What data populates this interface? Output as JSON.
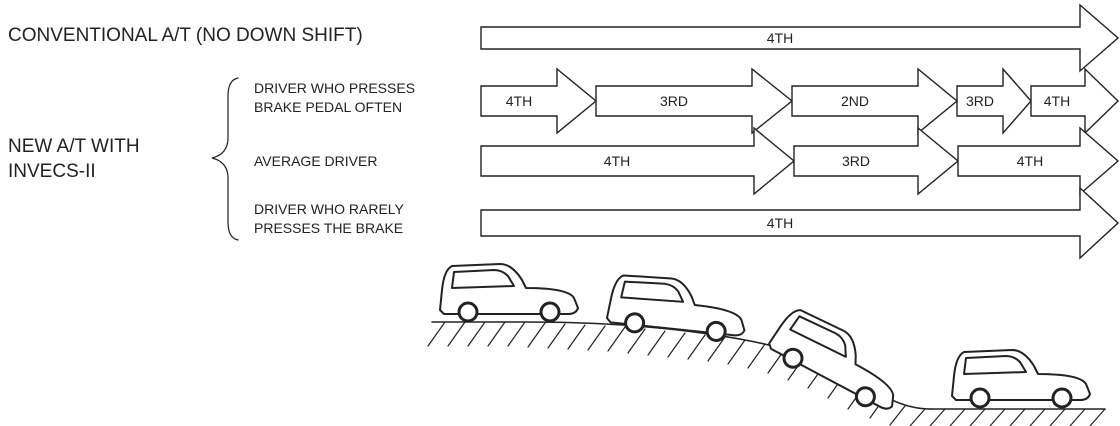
{
  "rows": {
    "conventional": {
      "label": "CONVENTIONAL A/T (NO DOWN SHIFT)",
      "gears": [
        "4TH"
      ]
    },
    "group_label": {
      "line1": "NEW A/T WITH",
      "line2": "INVECS-II"
    },
    "brake_often": {
      "label_line1": "DRIVER WHO PRESSES",
      "label_line2": "BRAKE PEDAL OFTEN",
      "gears": [
        "4TH",
        "3RD",
        "2ND",
        "3RD",
        "4TH"
      ]
    },
    "average": {
      "label": "AVERAGE DRIVER",
      "gears": [
        "4TH",
        "3RD",
        "4TH"
      ]
    },
    "rarely": {
      "label_line1": "DRIVER WHO RARELY",
      "label_line2": "PRESSES THE BRAKE",
      "gears": [
        "4TH"
      ]
    }
  }
}
